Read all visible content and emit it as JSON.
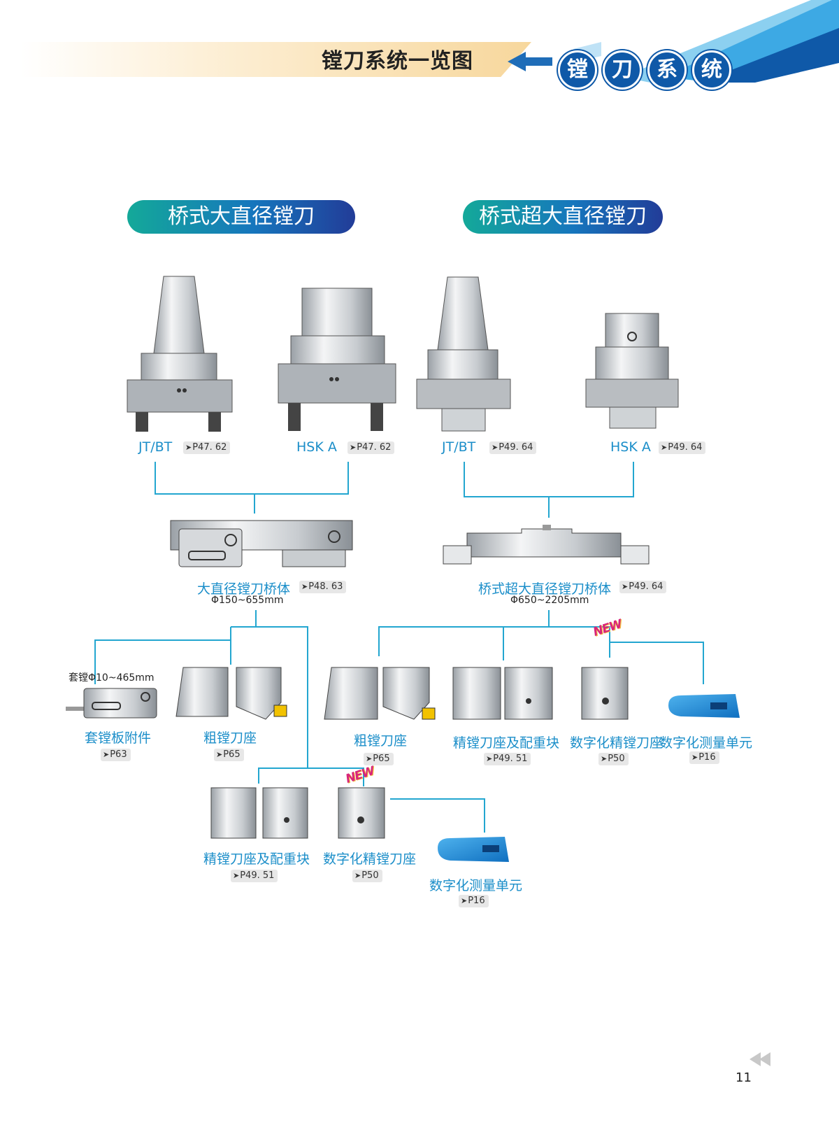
{
  "header": {
    "title": "镗刀系统一览图",
    "badge_chars": [
      "镗",
      "刀",
      "系",
      "统"
    ]
  },
  "sections": {
    "left": "桥式大直径镗刀",
    "right": "桥式超大直径镗刀"
  },
  "shanks": [
    {
      "label": "JT/BT",
      "ref": "P47. 62"
    },
    {
      "label": "HSK A",
      "ref": "P47. 62"
    },
    {
      "label": "JT/BT",
      "ref": "P49. 64"
    },
    {
      "label": "HSK A",
      "ref": "P49. 64"
    }
  ],
  "bridge_bodies": [
    {
      "label": "大直径镗刀桥体",
      "ref": "P48. 63",
      "dim": "Φ150~655mm"
    },
    {
      "label": "桥式超大直径镗刀桥体",
      "ref": "P49. 64",
      "dim": "Φ650~2205mm"
    }
  ],
  "components": {
    "left_row": [
      {
        "label": "套镗板附件",
        "ref": "P63",
        "note": "套镗Φ10~465mm"
      },
      {
        "label": "粗镗刀座",
        "ref": "P65"
      }
    ],
    "left_lower": [
      {
        "label": "精镗刀座及配重块",
        "ref": "P49. 51"
      },
      {
        "label": "数字化精镗刀座",
        "ref": "P50",
        "tag": "NEW"
      },
      {
        "label": "数字化测量单元",
        "ref": "P16"
      }
    ],
    "right_row": [
      {
        "label": "粗镗刀座",
        "ref": "P65"
      },
      {
        "label": "精镗刀座及配重块",
        "ref": "P49. 51"
      },
      {
        "label": "数字化精镗刀座",
        "ref": "P50",
        "tag": "NEW"
      },
      {
        "label": "数字化测量单元",
        "ref": "P16"
      }
    ]
  },
  "page_number": "11",
  "colors": {
    "accent": "#1b8ec9",
    "line": "#23a6d0",
    "brand_dark": "#0f59a8",
    "new_tag": "#d8257a"
  }
}
